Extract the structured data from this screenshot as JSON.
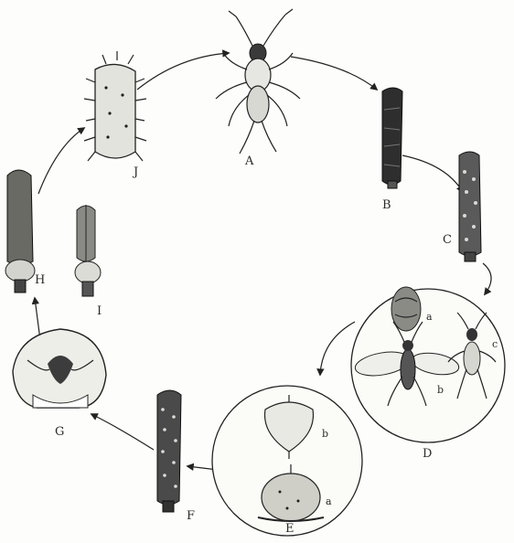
{
  "figure": {
    "stage_labels": {
      "A": "A",
      "B": "B",
      "C": "C",
      "D": "D",
      "E": "E",
      "F": "F",
      "G": "G",
      "H": "H",
      "I": "I",
      "J": "J"
    },
    "inset_labels": {
      "d_a": "a",
      "d_b": "b",
      "d_c": "c",
      "e_a": "a",
      "e_b": "b"
    }
  }
}
